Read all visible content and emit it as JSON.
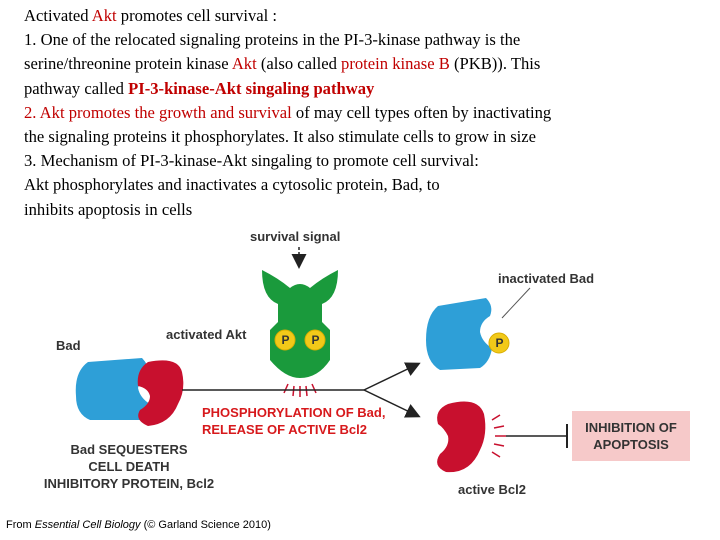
{
  "text": {
    "line1": {
      "pre": "Activated ",
      "akt": "Akt",
      "post": " promotes cell survival :"
    },
    "line2": "1.  One of the relocated signaling proteins in the PI-3-kinase pathway is the",
    "line3": {
      "pre": "serine/threonine protein kinase ",
      "akt": "Akt",
      "mid": " (also called ",
      "pkb": "protein kinase B",
      "post": " (PKB)). This"
    },
    "line4": {
      "pre": "pathway called ",
      "pathway": "PI-3-kinase-Akt singaling pathway"
    },
    "line5": {
      "num": "2. Akt promotes the ",
      "growth": "growth and survival",
      "post": " of may cell types often by inactivating"
    },
    "line6": "the signaling proteins it phosphorylates. It also stimulate cells to grow in size",
    "line7": "3. Mechanism of PI-3-kinase-Akt singaling to promote cell survival:",
    "line8": "Akt phosphorylates and inactivates a cytosolic protein, Bad, to",
    "line9": "inhibits apoptosis in cells"
  },
  "diagram": {
    "survival_signal": "survival signal",
    "activated_akt": "activated Akt",
    "bad": "Bad",
    "inactivated_bad": "inactivated Bad",
    "phospho_line1": "PHOSPHORYLATION OF Bad,",
    "phospho_line2": "RELEASE OF ACTIVE Bcl2",
    "sequesters_line1": "Bad SEQUESTERS",
    "sequesters_line2": "CELL DEATH",
    "sequesters_line3": "INHIBITORY PROTEIN, Bcl2",
    "active_bcl2": "active Bcl2",
    "inhibition_line1": "INHIBITION OF",
    "inhibition_line2": "APOPTOSIS",
    "p": "P",
    "colors": {
      "akt": "#1a9a3c",
      "bad": "#2e9fd7",
      "bcl2": "#c8102e",
      "phosphate": "#f2c919",
      "label_red": "#d7191c"
    }
  },
  "credit": {
    "from": "From ",
    "book": "Essential Cell Biology",
    "rest": " (© Garland Science 2010)"
  }
}
